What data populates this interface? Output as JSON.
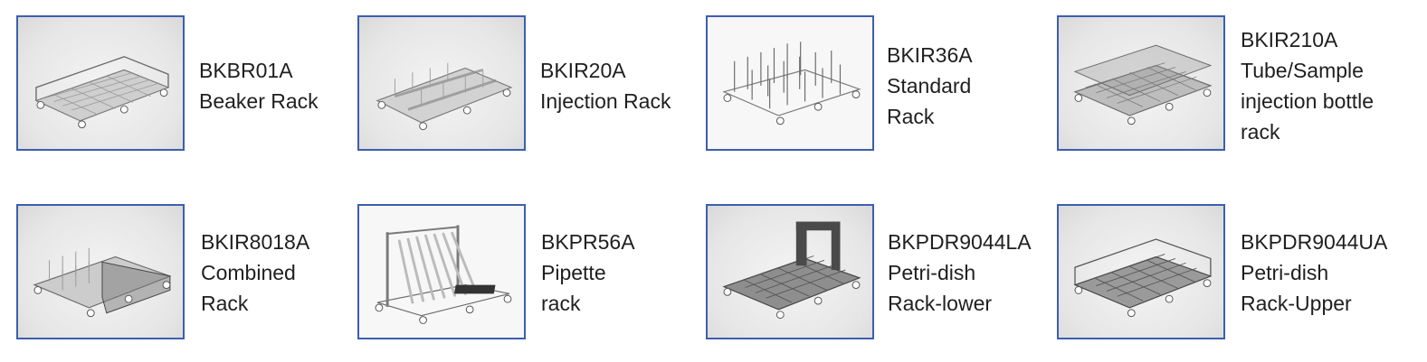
{
  "products": [
    {
      "code": "BKBR01A",
      "name_lines": [
        "Beaker Rack"
      ],
      "image": "beaker-rack-image"
    },
    {
      "code": "BKIR20A",
      "name_lines": [
        "Injection Rack"
      ],
      "image": "injection-rack-image"
    },
    {
      "code": "BKIR36A",
      "name_lines": [
        "Standard",
        "Rack"
      ],
      "image": "standard-rack-image"
    },
    {
      "code": "BKIR210A",
      "name_lines": [
        "Tube/Sample",
        "injection bottle",
        "rack"
      ],
      "image": "tube-sample-rack-image"
    },
    {
      "code": "BKIR8018A",
      "name_lines": [
        "Combined",
        "Rack"
      ],
      "image": "combined-rack-image"
    },
    {
      "code": "BKPR56A",
      "name_lines": [
        "Pipette",
        "rack"
      ],
      "image": "pipette-rack-image"
    },
    {
      "code": "BKPDR9044LA",
      "name_lines": [
        "Petri-dish",
        "Rack-lower"
      ],
      "image": "petri-dish-rack-lower-image"
    },
    {
      "code": "BKPDR9044UA",
      "name_lines": [
        "Petri-dish",
        "Rack-Upper"
      ],
      "image": "petri-dish-rack-upper-image"
    }
  ],
  "colors": {
    "frame_border": "#3b5fae",
    "rack_metal": "#8a8a8a",
    "rack_dark": "#5a5a5a"
  }
}
